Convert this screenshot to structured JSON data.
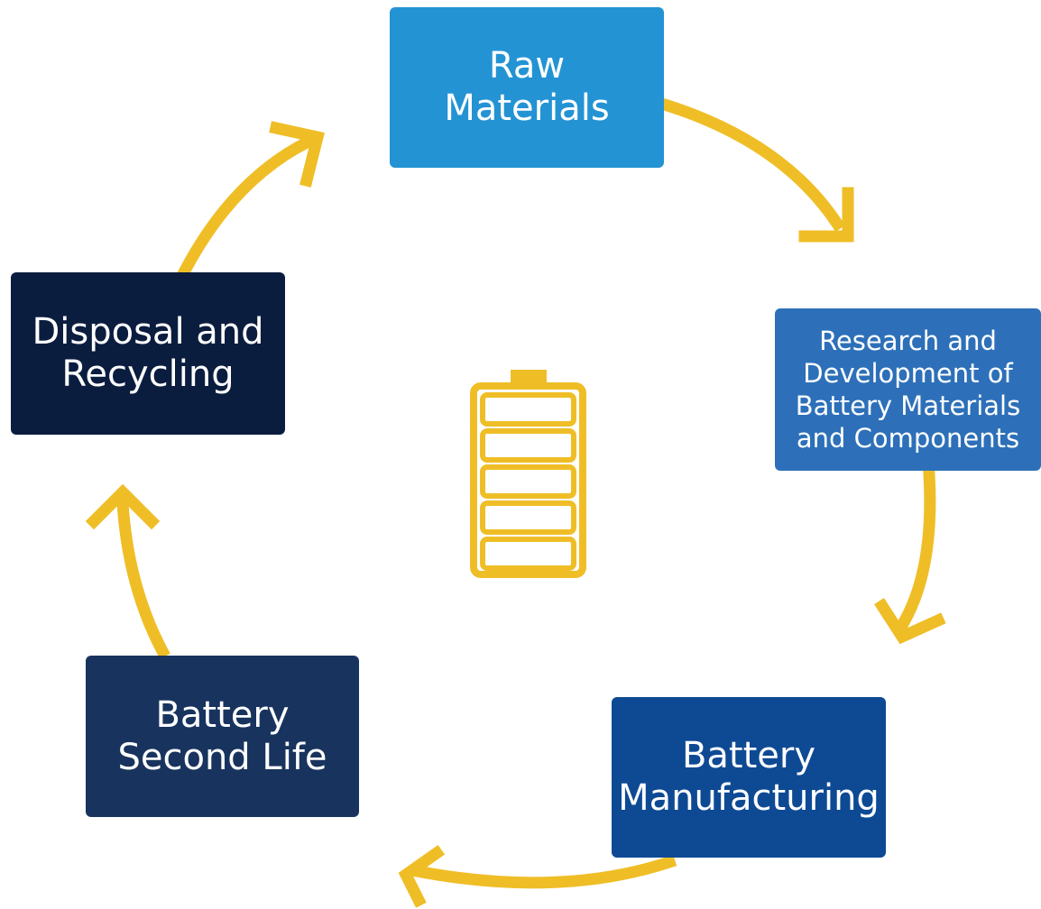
{
  "diagram": {
    "stages": [
      {
        "id": "raw-materials",
        "label": "Raw\nMaterials",
        "color": "#2393d4"
      },
      {
        "id": "research-development",
        "label": "Research and\nDevelopment of\nBattery Materials\nand Components",
        "color": "#2d70b9"
      },
      {
        "id": "battery-manufacturing",
        "label": "Battery\nManufacturing",
        "color": "#0e4a94"
      },
      {
        "id": "battery-second-life",
        "label": "Battery\nSecond Life",
        "color": "#18345e"
      },
      {
        "id": "disposal-recycling",
        "label": "Disposal and\nRecycling",
        "color": "#0b1d3f"
      }
    ],
    "arrow_color": "#efbe27",
    "center_icon": "battery-icon"
  }
}
